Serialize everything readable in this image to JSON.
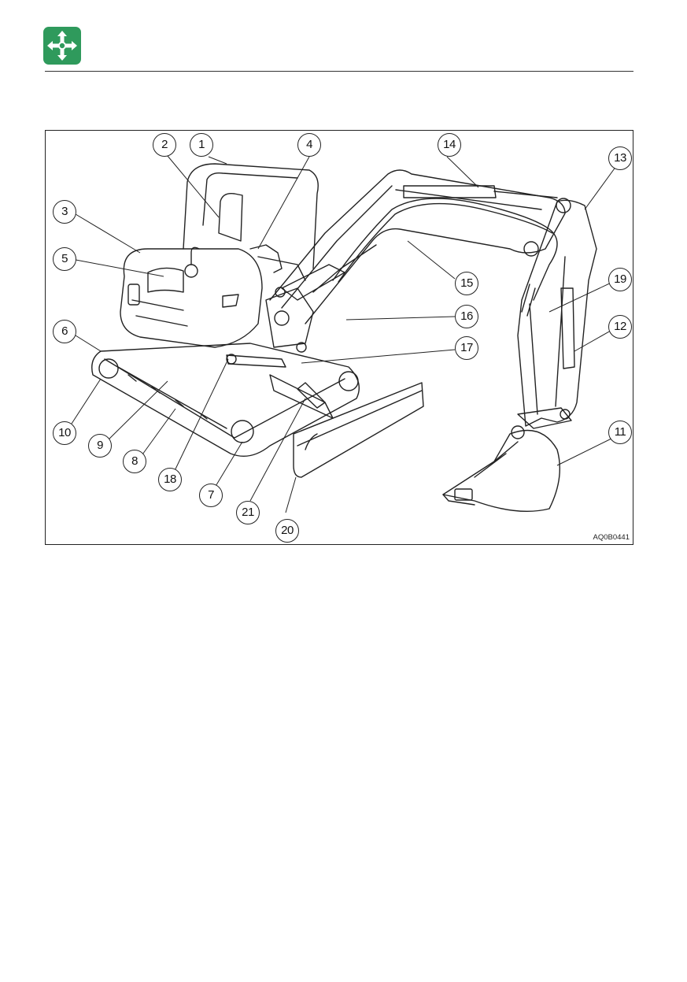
{
  "header": {
    "icon": "move-arrows-icon",
    "icon_color": "#2f9a5c"
  },
  "figure": {
    "code": "AQ0B0441",
    "callouts": [
      {
        "id": "1",
        "label": "1"
      },
      {
        "id": "2",
        "label": "2"
      },
      {
        "id": "3",
        "label": "3"
      },
      {
        "id": "4",
        "label": "4"
      },
      {
        "id": "5",
        "label": "5"
      },
      {
        "id": "6",
        "label": "6"
      },
      {
        "id": "7",
        "label": "7"
      },
      {
        "id": "8",
        "label": "8"
      },
      {
        "id": "9",
        "label": "9"
      },
      {
        "id": "10",
        "label": "10"
      },
      {
        "id": "11",
        "label": "11"
      },
      {
        "id": "12",
        "label": "12"
      },
      {
        "id": "13",
        "label": "13"
      },
      {
        "id": "14",
        "label": "14"
      },
      {
        "id": "15",
        "label": "15"
      },
      {
        "id": "16",
        "label": "16"
      },
      {
        "id": "17",
        "label": "17"
      },
      {
        "id": "18",
        "label": "18"
      },
      {
        "id": "19",
        "label": "19"
      },
      {
        "id": "20",
        "label": "20"
      },
      {
        "id": "21",
        "label": "21"
      }
    ]
  }
}
